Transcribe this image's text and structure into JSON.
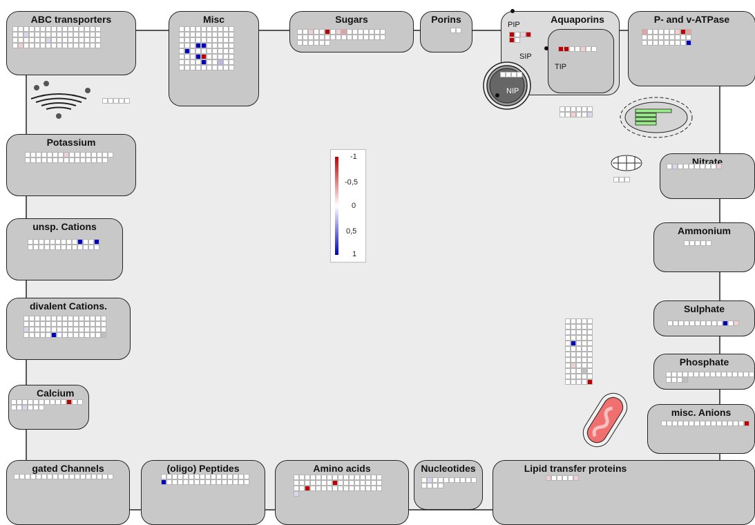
{
  "boxes": {
    "abc": "ABC transporters",
    "misc": "Misc",
    "sugars": "Sugars",
    "porins": "Porins",
    "aquaporins": "Aquaporins",
    "atpase": "P- and v-ATPase",
    "potassium": "Potassium",
    "unsp_cations": "unsp. Cations",
    "divalent": "divalent Cations.",
    "calcium": "Calcium",
    "gated": "gated Channels",
    "peptides": "(oligo) Peptides",
    "amino": "Amino acids",
    "nucleotides": "Nucleotides",
    "lipid": "Lipid transfer proteins",
    "nitrate": "Nitrate",
    "ammonium": "Ammonium",
    "sulphate": "Sulphate",
    "phosphate": "Phosphate",
    "misc_anions": "misc. Anions"
  },
  "aquaporin_labels": {
    "pip": "PIP",
    "sip": "SIP",
    "tip": "TIP",
    "nip": "NIP"
  },
  "legend": {
    "ticks": [
      "-1",
      "-0,5",
      "0",
      "0,5",
      "1"
    ]
  },
  "colors": {
    "up": "#c00000",
    "down": "#0000c0",
    "neutral": "#ffffff",
    "cell_bg": "#ececec",
    "box_bg": "#c8c8c8"
  }
}
